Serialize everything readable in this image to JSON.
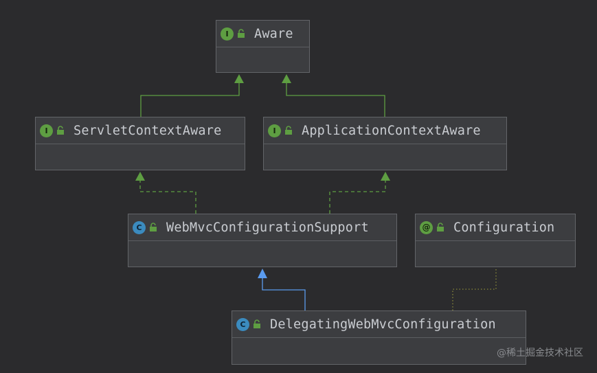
{
  "nodes": [
    {
      "id": "aware",
      "kind": "interface",
      "badge": "I",
      "name": "Aware"
    },
    {
      "id": "servlet",
      "kind": "interface",
      "badge": "I",
      "name": "ServletContextAware"
    },
    {
      "id": "appctx",
      "kind": "interface",
      "badge": "I",
      "name": "ApplicationContextAware"
    },
    {
      "id": "webmvc",
      "kind": "class",
      "badge": "C",
      "name": "WebMvcConfigurationSupport"
    },
    {
      "id": "config",
      "kind": "annotation",
      "badge": "@",
      "name": "Configuration"
    },
    {
      "id": "delegating",
      "kind": "class",
      "badge": "C",
      "name": "DelegatingWebMvcConfiguration"
    }
  ],
  "edges": [
    {
      "from": "servlet",
      "to": "aware",
      "type": "extends"
    },
    {
      "from": "appctx",
      "to": "aware",
      "type": "extends"
    },
    {
      "from": "webmvc",
      "to": "servlet",
      "type": "implements"
    },
    {
      "from": "webmvc",
      "to": "appctx",
      "type": "implements"
    },
    {
      "from": "delegating",
      "to": "webmvc",
      "type": "inherits"
    },
    {
      "from": "delegating",
      "to": "config",
      "type": "annotated-by"
    }
  ],
  "colors": {
    "background": "#2b2b2d",
    "extends": "#5e9e42",
    "inherits": "#5a9bef",
    "annotation": "#8a8a3a"
  },
  "watermark": "@稀土掘金技术社区"
}
